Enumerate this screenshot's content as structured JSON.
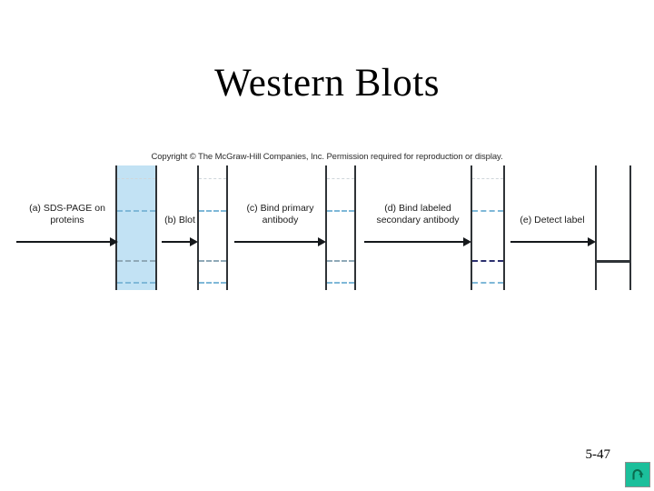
{
  "slide": {
    "title": "Western Blots",
    "page_number": "5-47"
  },
  "figure": {
    "copyright": "Copyright © The McGraw-Hill Companies, Inc. Permission required for reproduction or display.",
    "steps": [
      {
        "id": "a",
        "label": "(a) SDS-PAGE on",
        "label_line2": "proteins"
      },
      {
        "id": "b",
        "label": "(b) Blot",
        "label_line2": ""
      },
      {
        "id": "c",
        "label": "(c) Bind primary",
        "label_line2": "antibody"
      },
      {
        "id": "d",
        "label": "(d) Bind labeled",
        "label_line2": "secondary antibody"
      },
      {
        "id": "e",
        "label": "(e) Detect label",
        "label_line2": ""
      }
    ],
    "columns": [
      {
        "name": "sds-page-gel",
        "filled": true,
        "bands": [
          "faint",
          "light",
          "mid",
          "light"
        ]
      },
      {
        "name": "blot-membrane",
        "filled": false,
        "bands": [
          "faint",
          "light",
          "mid",
          "light"
        ]
      },
      {
        "name": "primary-antibody-blot",
        "filled": false,
        "bands": [
          "faint",
          "light",
          "mid",
          "light"
        ]
      },
      {
        "name": "secondary-antibody-blot",
        "filled": false,
        "bands": [
          "faint",
          "light",
          "dark",
          "light"
        ]
      },
      {
        "name": "detected-label-blot",
        "filled": false,
        "bands": [
          "none",
          "none",
          "solid",
          "none"
        ]
      }
    ]
  },
  "footer": {
    "return_icon": "u-turn-arrow-icon"
  },
  "colors": {
    "gel_fill": "#c2e2f4",
    "column_border": "#2f3337",
    "band_dark": "#2b2f6e",
    "band_light": "#7fb8d8",
    "return_button": "#1cbf9b",
    "text": "#000000"
  }
}
